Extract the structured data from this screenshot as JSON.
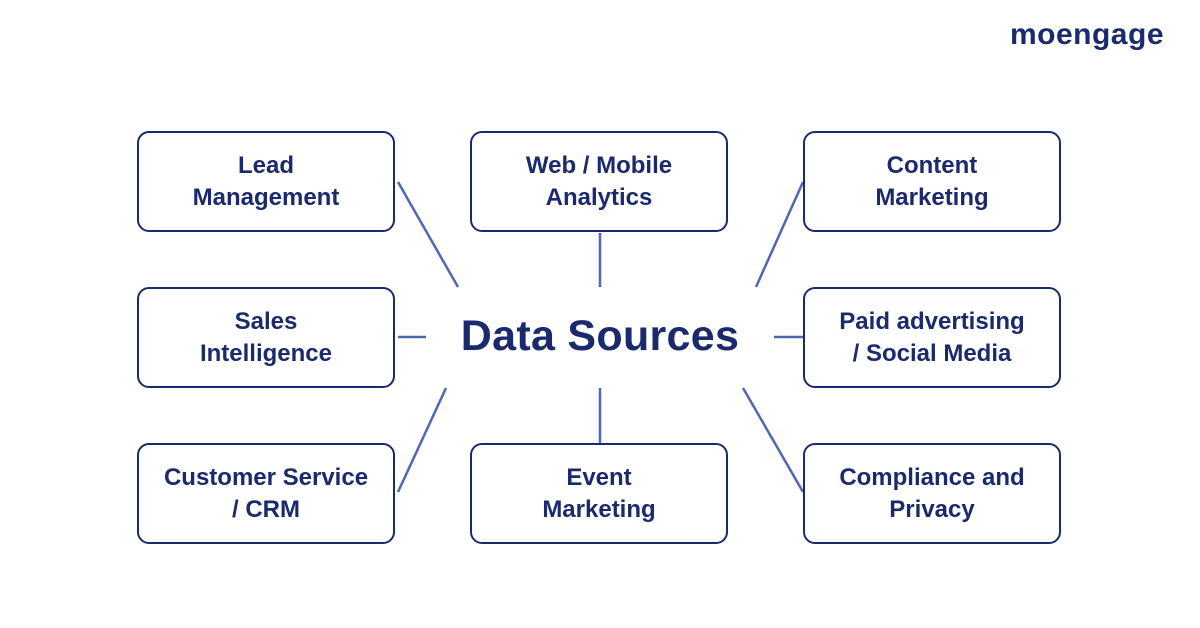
{
  "brand": {
    "logo_text": "moengage",
    "color": "#1a2a6c"
  },
  "diagram": {
    "center_label": "Data Sources",
    "line_color": "#4e67b3",
    "nodes": [
      {
        "line1": "Lead",
        "line2": "Management"
      },
      {
        "line1": "Web / Mobile",
        "line2": "Analytics"
      },
      {
        "line1": "Content",
        "line2": "Marketing"
      },
      {
        "line1": "Sales",
        "line2": "Intelligence"
      },
      {
        "line1": "Paid advertising",
        "line2": "/ Social Media"
      },
      {
        "line1": "Customer Service",
        "line2": "/ CRM"
      },
      {
        "line1": "Event",
        "line2": "Marketing"
      },
      {
        "line1": "Compliance and",
        "line2": "Privacy"
      }
    ]
  }
}
